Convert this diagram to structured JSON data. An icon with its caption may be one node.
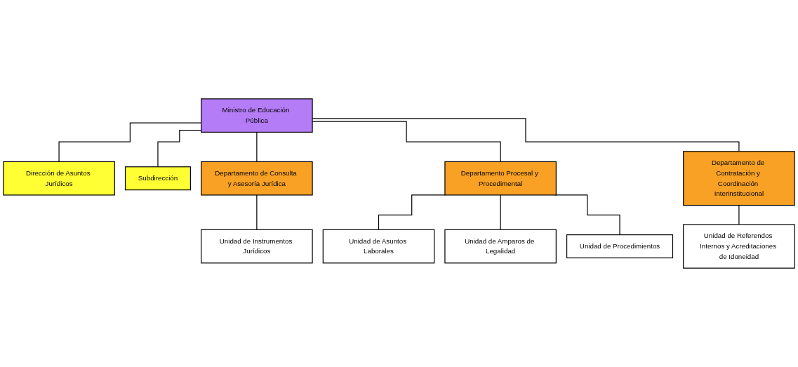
{
  "diagram": {
    "nodes": [
      {
        "text": [
          "Ministro de Educación Pública"
        ]
      },
      {
        "text": [
          "Dirección de Asuntos Jurídicos"
        ]
      },
      {
        "text": [
          "Subdirección"
        ]
      },
      {
        "text": [
          "Departamento de Consulta y Asesoría Jurídica"
        ]
      },
      {
        "text": [
          "Departamento Procesal y Procedimental"
        ]
      },
      {
        "text": [
          "Departamento de Contratación y Coordinación Interinstitucional"
        ]
      },
      {
        "text": [
          "Unidad de Instrumentos Jurídicos"
        ]
      },
      {
        "text": [
          "Unidad de Asuntos Laborales"
        ]
      },
      {
        "text": [
          "Unidad de Amparos de Legalidad"
        ]
      },
      {
        "text": [
          "Unidad de Procedimientos"
        ]
      },
      {
        "text": [
          "Unidad de Referendos Internos y Acreditaciones de Idoneidad"
        ]
      }
    ],
    "edges": [
      {
        "from": 0,
        "to": 1,
        "arrow": "none"
      },
      {
        "from": 0,
        "to": 2,
        "arrow": "none"
      },
      {
        "from": 0,
        "to": 3,
        "arrow": "none"
      },
      {
        "from": 0,
        "to": 4,
        "arrow": "none"
      },
      {
        "from": 0,
        "to": 5,
        "arrow": "none"
      },
      {
        "from": 3,
        "to": 6,
        "arrow": "none"
      },
      {
        "from": 4,
        "to": 7,
        "arrow": "none"
      },
      {
        "from": 4,
        "to": 8,
        "arrow": "none"
      },
      {
        "from": 4,
        "to": 9,
        "arrow": "none"
      },
      {
        "from": 5,
        "to": 10,
        "arrow": "none"
      }
    ]
  }
}
